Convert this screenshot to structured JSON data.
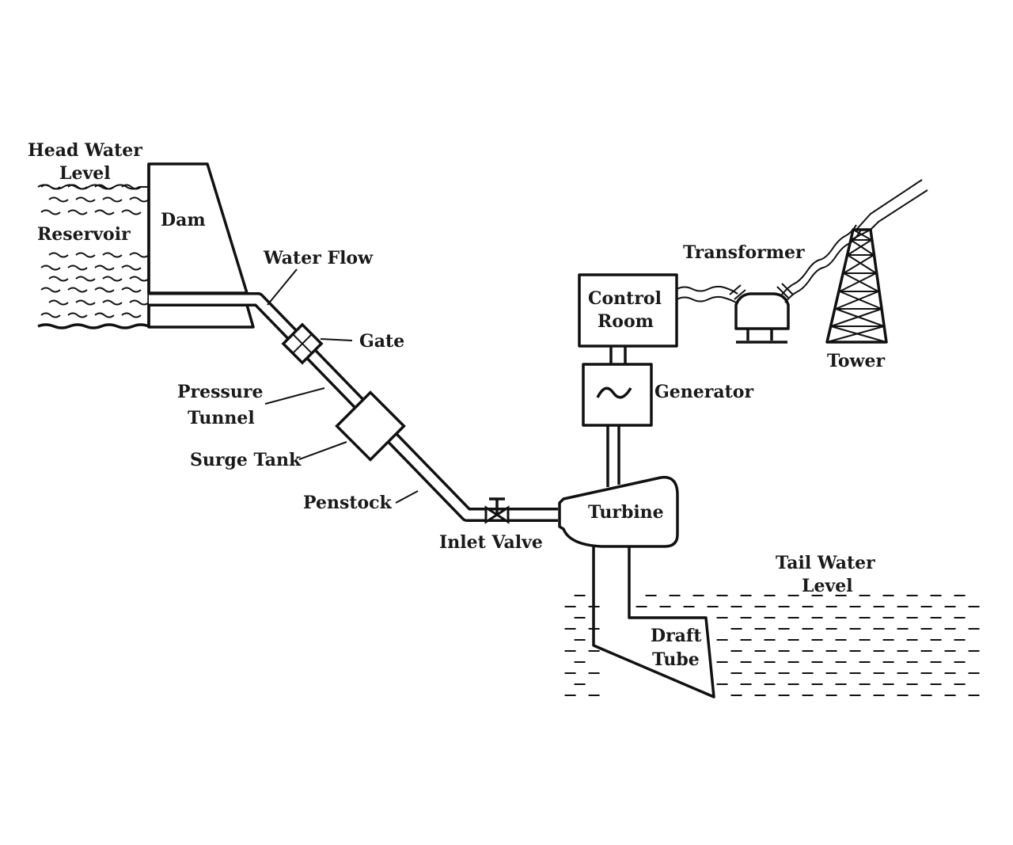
{
  "labels": {
    "head_water_level_1": "Head Water",
    "head_water_level_2": "Level",
    "dam": "Dam",
    "reservoir": "Reservoir",
    "water_flow": "Water Flow",
    "gate": "Gate",
    "pressure_tunnel_1": "Pressure",
    "pressure_tunnel_2": "Tunnel",
    "surge_tank": "Surge Tank",
    "penstock": "Penstock",
    "inlet_valve": "Inlet Valve",
    "turbine": "Turbine",
    "generator": "Generator",
    "control_room_1": "Control",
    "control_room_2": "Room",
    "transformer": "Transformer",
    "tower": "Tower",
    "tail_water_level_1": "Tail Water",
    "tail_water_level_2": "Level",
    "draft_tube_1": "Draft",
    "draft_tube_2": "Tube"
  },
  "generator_symbol": "~",
  "colors": {
    "ink": "#111111",
    "background": "#ffffff"
  }
}
